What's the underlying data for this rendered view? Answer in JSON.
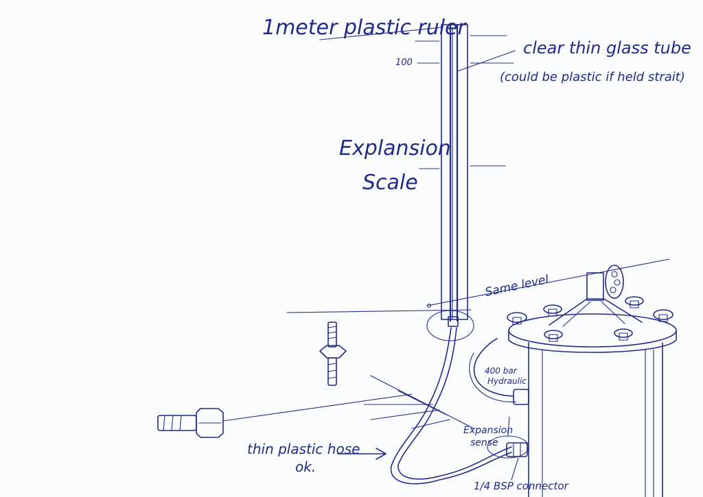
{
  "labels": {
    "ruler": "1meter plastic ruler",
    "tick_100": "100",
    "tube_line1": "clear thin glass tube",
    "tube_line2": "(could be plastic if held strait)",
    "scale_line1": "Explansion",
    "scale_line2": "Scale",
    "same_level": "Same level",
    "hydraulic_line1": "400 bar",
    "hydraulic_line2": "Hydraulic",
    "sense_line1": "Expansion",
    "sense_line2": "sense",
    "hose_line1": "thin plastic hose",
    "hose_line2": "ok.",
    "connector": "1/4 BSP connector"
  },
  "colors": {
    "ink": "#1f2a8a",
    "paper": "#fbfcfd"
  }
}
